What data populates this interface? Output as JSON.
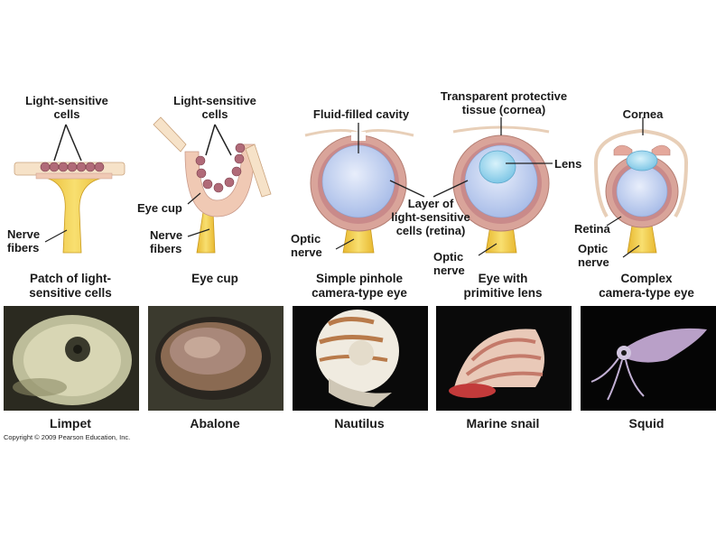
{
  "labels": {
    "light_cells_1": "Light-sensitive\ncells",
    "light_cells_2": "Light-sensitive\ncells",
    "nerve_fibers_1": "Nerve\nfibers",
    "eye_cup_label": "Eye cup",
    "nerve_fibers_2": "Nerve\nfibers",
    "fluid_cavity": "Fluid-filled cavity",
    "optic_nerve_1": "Optic\nnerve",
    "layer_retina": "Layer of\nlight-sensitive\ncells (retina)",
    "cornea_tissue": "Transparent protective\ntissue (cornea)",
    "lens_label": "Lens",
    "optic_nerve_2": "Optic\nnerve",
    "cornea_label": "Cornea",
    "retina_label": "Retina",
    "optic_nerve_3": "Optic\nnerve"
  },
  "stages": [
    {
      "title": "Patch of light-\nsensitive cells",
      "animal": "Limpet"
    },
    {
      "title": "Eye cup",
      "animal": "Abalone"
    },
    {
      "title": "Simple pinhole\ncamera-type eye",
      "animal": "Nautilus"
    },
    {
      "title": "Eye with\nprimitive lens",
      "animal": "Marine snail"
    },
    {
      "title": "Complex\ncamera-type eye",
      "animal": "Squid"
    }
  ],
  "copyright": "Copyright © 2009 Pearson Education, Inc.",
  "colors": {
    "nerve": "#f2cf4a",
    "tissue": "#f0c9b4",
    "retina": "#c98a8a",
    "fluid": "#c9d8f3",
    "lens": "#a8dcf0"
  }
}
